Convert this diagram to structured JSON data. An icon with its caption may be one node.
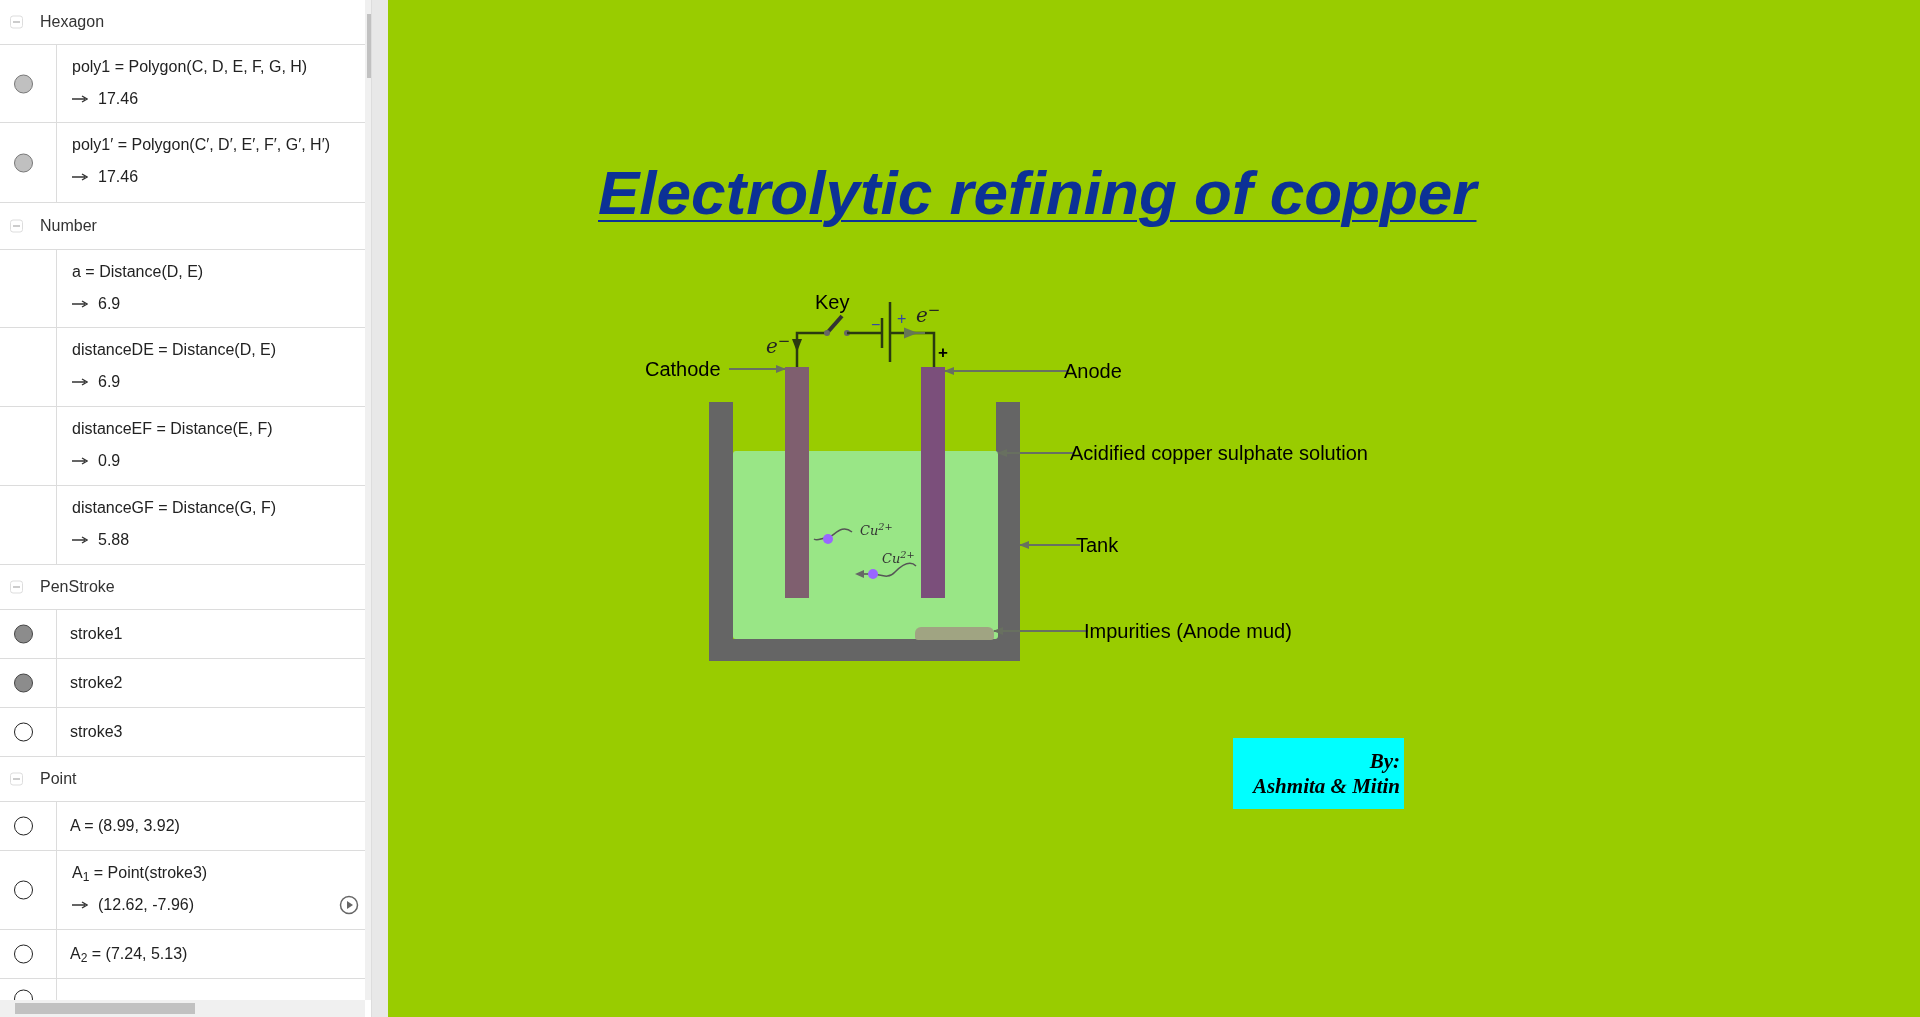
{
  "diagram": {
    "title": "Electrolytic refining of copper",
    "nodes": [
      {
        "text": [
          "Cathode"
        ]
      },
      {
        "text": [],
        "shape": "bar"
      },
      {
        "text": [
          "Anode"
        ]
      },
      {
        "text": [],
        "shape": "bar"
      },
      {
        "text": [
          "Acidified copper sulphate solution"
        ]
      },
      {
        "text": [],
        "shape": "box",
        "in": 7
      },
      {
        "text": [
          "Tank"
        ]
      },
      {
        "text": [],
        "shape": "tank"
      },
      {
        "text": [
          "Impurities (Anode mud)"
        ]
      },
      {
        "text": [],
        "shape": "box",
        "in": 5
      },
      {
        "text": [
          "By:",
          "Ashmita & Mitin"
        ]
      }
    ],
    "edges": [
      {
        "from": 0,
        "to": 1,
        "arrow": "to"
      },
      {
        "from": 2,
        "to": 3,
        "arrow": "to"
      },
      {
        "from": 4,
        "to": 5,
        "arrow": "to"
      },
      {
        "from": 6,
        "to": 7,
        "arrow": "to"
      },
      {
        "from": 8,
        "to": 9,
        "arrow": "to"
      }
    ],
    "labels": [
      "Hexagon",
      "poly1 = Polygon(C, D, E, F, G, H)",
      "17.46",
      "poly1′ = Polygon(C′, D′, E′, F′, G′, H′)",
      "17.46",
      "Number",
      "a = Distance(D, E)",
      "6.9",
      "distanceDE = Distance(D, E)",
      "6.9",
      "distanceEF = Distance(E, F)",
      "0.9",
      "distanceGF = Distance(G, F)",
      "5.88",
      "PenStroke",
      "stroke1",
      "stroke2",
      "stroke3",
      "Point",
      "A = (8.99, 3.92)",
      "A$_{1}$ = Point(stroke3)",
      "(12.62, -7.96)",
      "A$_{2}$ = (7.24, 5.13)",
      "Key",
      "e$^{−}$",
      "−",
      "+",
      "e$^{−}$",
      "+",
      "Cu$^{2+}$",
      "Cu$^{2+}$"
    ]
  }
}
